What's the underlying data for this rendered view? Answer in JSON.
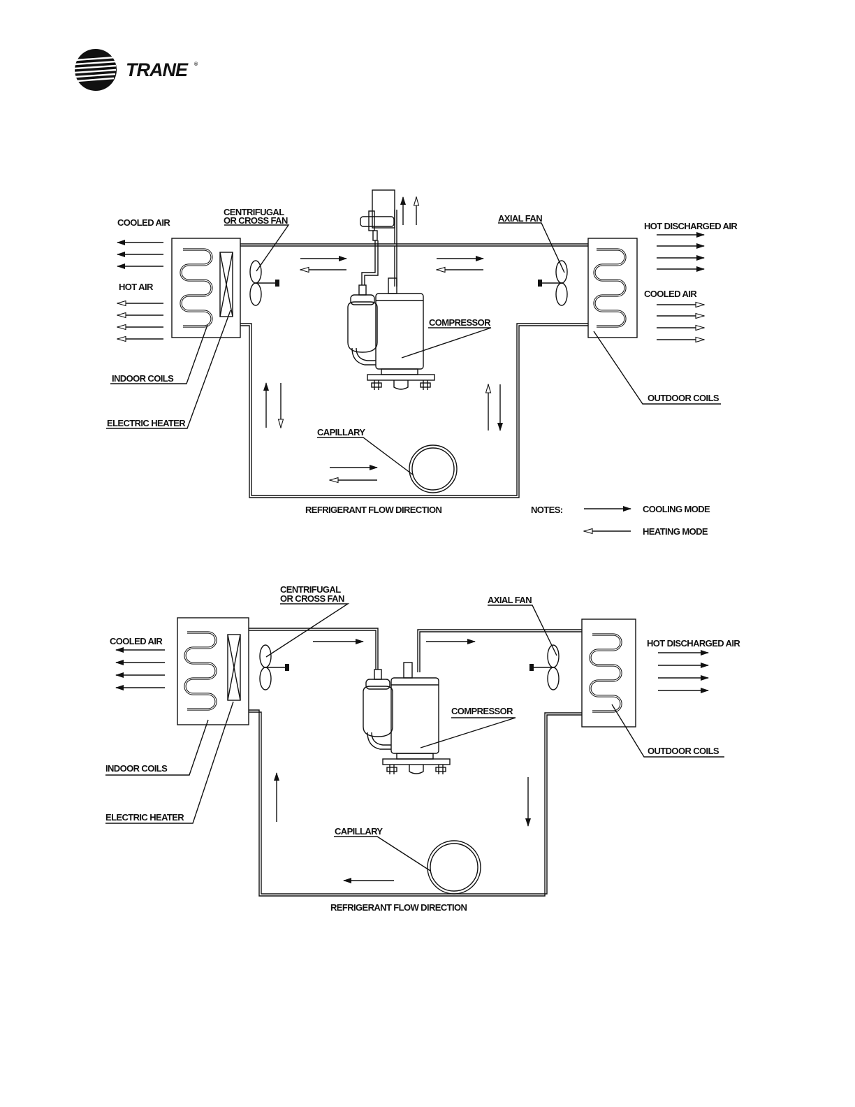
{
  "brand": {
    "name": "TRANE",
    "registered": "®"
  },
  "diagram_1": {
    "centrifugal_fan_line1": "CENTRIFUGAL",
    "centrifugal_fan_line2": "OR CROSS FAN",
    "axial_fan": "AXIAL FAN",
    "cooled_air_left": "COOLED AIR",
    "hot_air_left": "HOT AIR",
    "hot_discharged_air": "HOT DISCHARGED AIR",
    "cooled_air_right": "COOLED AIR",
    "compressor": "COMPRESSOR",
    "indoor_coils": "INDOOR COILS",
    "electric_heater": "ELECTRIC HEATER",
    "outdoor_coils": "OUTDOOR COILS",
    "capillary": "CAPILLARY",
    "flow_direction": "REFRIGERANT FLOW DIRECTION",
    "notes": "NOTES:",
    "cooling_mode": "COOLING MODE",
    "heating_mode": "HEATING MODE"
  },
  "diagram_2": {
    "centrifugal_fan_line1": "CENTRIFUGAL",
    "centrifugal_fan_line2": "OR CROSS FAN",
    "axial_fan": "AXIAL FAN",
    "cooled_air_left": "COOLED AIR",
    "hot_discharged_air": "HOT DISCHARGED AIR",
    "compressor": "COMPRESSOR",
    "indoor_coils": "INDOOR COILS",
    "electric_heater": "ELECTRIC HEATER",
    "outdoor_coils": "OUTDOOR COILS",
    "capillary": "CAPILLARY",
    "flow_direction": "REFRIGERANT FLOW DIRECTION"
  }
}
